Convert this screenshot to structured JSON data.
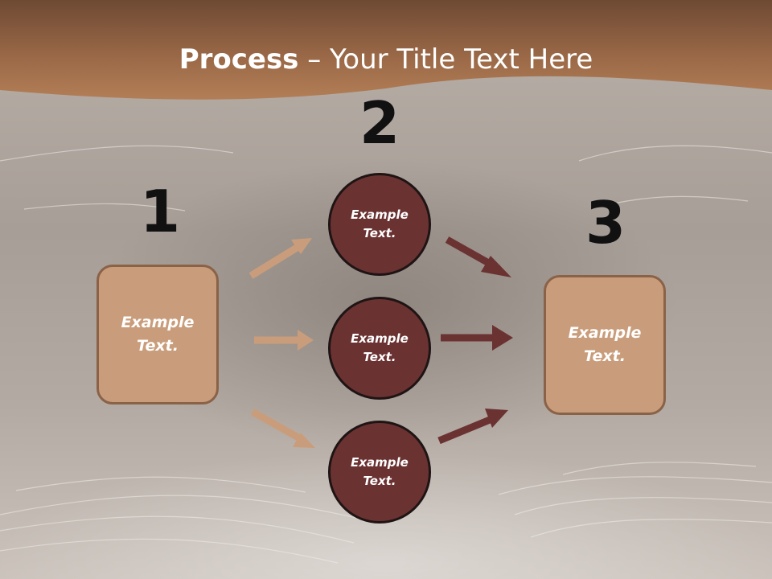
{
  "title": {
    "bold": "Process",
    "rest": " – Your Title Text Here"
  },
  "steps": {
    "one": {
      "number": "1",
      "text_line1": "Example",
      "text_line2": "Text."
    },
    "two": {
      "number": "2"
    },
    "three": {
      "number": "3",
      "text_line1": "Example",
      "text_line2": "Text."
    }
  },
  "circles": [
    {
      "text_line1": "Example",
      "text_line2": "Text."
    },
    {
      "text_line1": "Example",
      "text_line2": "Text."
    },
    {
      "text_line1": "Example",
      "text_line2": "Text."
    }
  ],
  "colors": {
    "header_band": "#9c6a48",
    "box_fill": "#c99d7b",
    "circle_fill": "#6b3232",
    "light_arrow": "#c99d7b",
    "dark_arrow": "#6b3232"
  }
}
